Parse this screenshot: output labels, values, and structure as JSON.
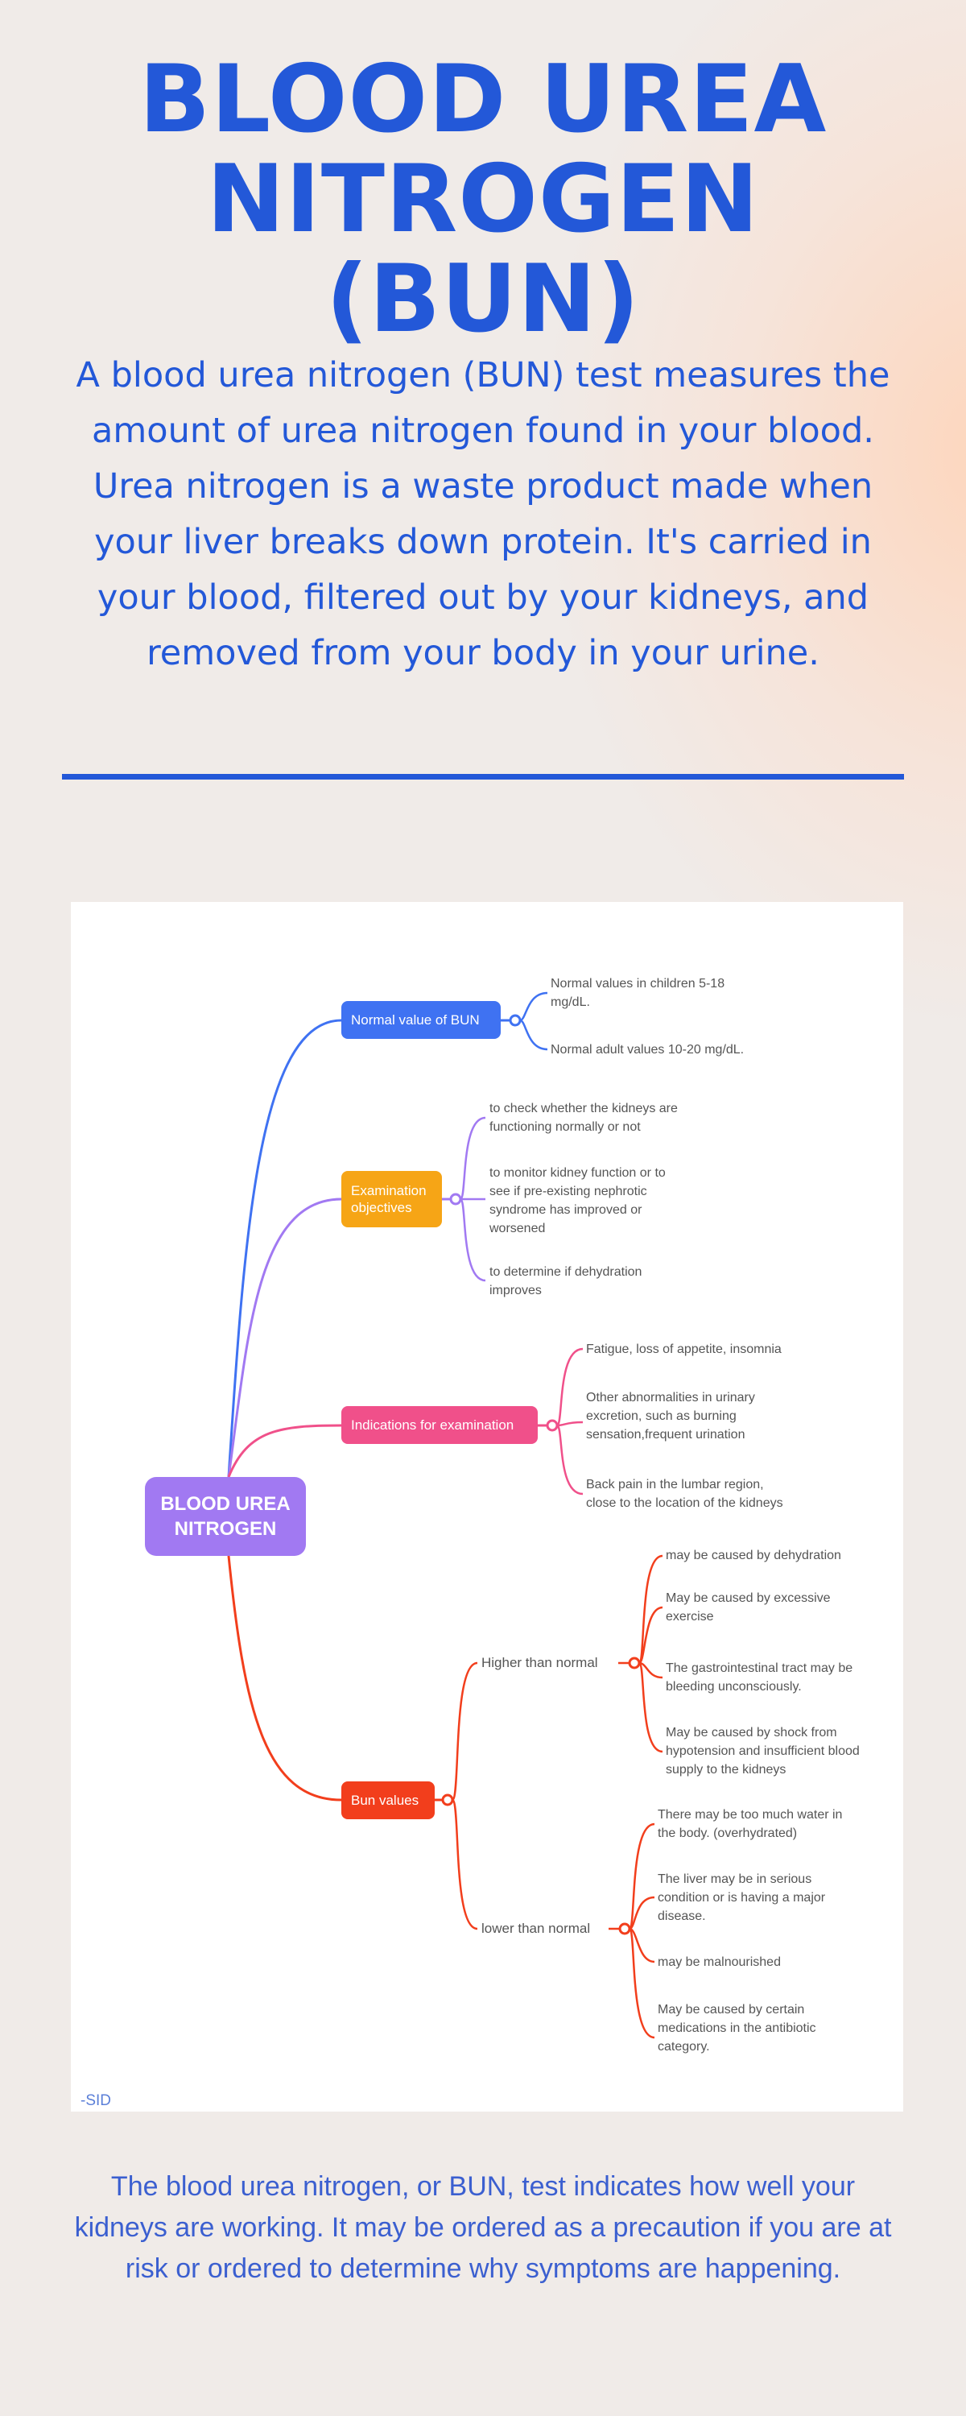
{
  "header": {
    "title_lines": [
      "BLOOD UREA",
      "NITROGEN",
      "(BUN)"
    ],
    "intro": "A blood urea nitrogen (BUN) test measures the amount of urea nitrogen found in your blood. Urea nitrogen is a waste product made when your liver breaks down protein. It's carried in your blood, filtered out by your kidneys, and removed from your body in your urine."
  },
  "mindmap": {
    "root": [
      "BLOOD UREA",
      "NITROGEN"
    ],
    "normal": {
      "label": "Normal value of BUN",
      "color": "#3f72f2",
      "items": [
        [
          "Normal values in children 5-18",
          "mg/dL."
        ],
        [
          "Normal adult values 10-20 mg/dL."
        ]
      ]
    },
    "objectives": {
      "label": [
        "Examination",
        "objectives"
      ],
      "color": "#f6a516",
      "items": [
        [
          "to check whether the kidneys are",
          "functioning normally or not"
        ],
        [
          "to monitor kidney function or to",
          "see if pre-existing nephrotic",
          "syndrome has improved or",
          "worsened"
        ],
        [
          "to determine if dehydration",
          "improves"
        ]
      ]
    },
    "indications": {
      "label": "Indications for examination",
      "color": "#f0508a",
      "items": [
        [
          "Fatigue, loss of appetite, insomnia"
        ],
        [
          "Other abnormalities in urinary",
          "excretion, such as burning",
          "sensation,frequent urination"
        ],
        [
          "Back pain in the lumbar region,",
          "close to the location of the kidneys"
        ]
      ]
    },
    "bun": {
      "label": "Bun values",
      "color": "#f23e1c",
      "higher": {
        "label": "Higher than normal",
        "items": [
          [
            "may be caused by dehydration"
          ],
          [
            "May be caused by excessive",
            "exercise"
          ],
          [
            "The gastrointestinal tract may be",
            "bleeding unconsciously."
          ],
          [
            "May be caused by shock from",
            "hypotension and insufficient blood",
            "supply to the kidneys"
          ]
        ]
      },
      "lower": {
        "label": "lower than normal",
        "items": [
          [
            "There may be too much water in",
            "the body. (overhydrated)"
          ],
          [
            "The liver may be in serious",
            "condition or is having a major",
            "disease."
          ],
          [
            "may be malnourished"
          ],
          [
            "May be caused by certain",
            "medications in the antibiotic",
            "category."
          ]
        ]
      }
    },
    "root_color": "#a179f2",
    "credit": "-SID"
  },
  "footer": {
    "text": "The blood urea nitrogen, or BUN, test indicates how well your kidneys are working. It may be ordered as a precaution if you are at risk or ordered to determine why symptoms are happening."
  }
}
